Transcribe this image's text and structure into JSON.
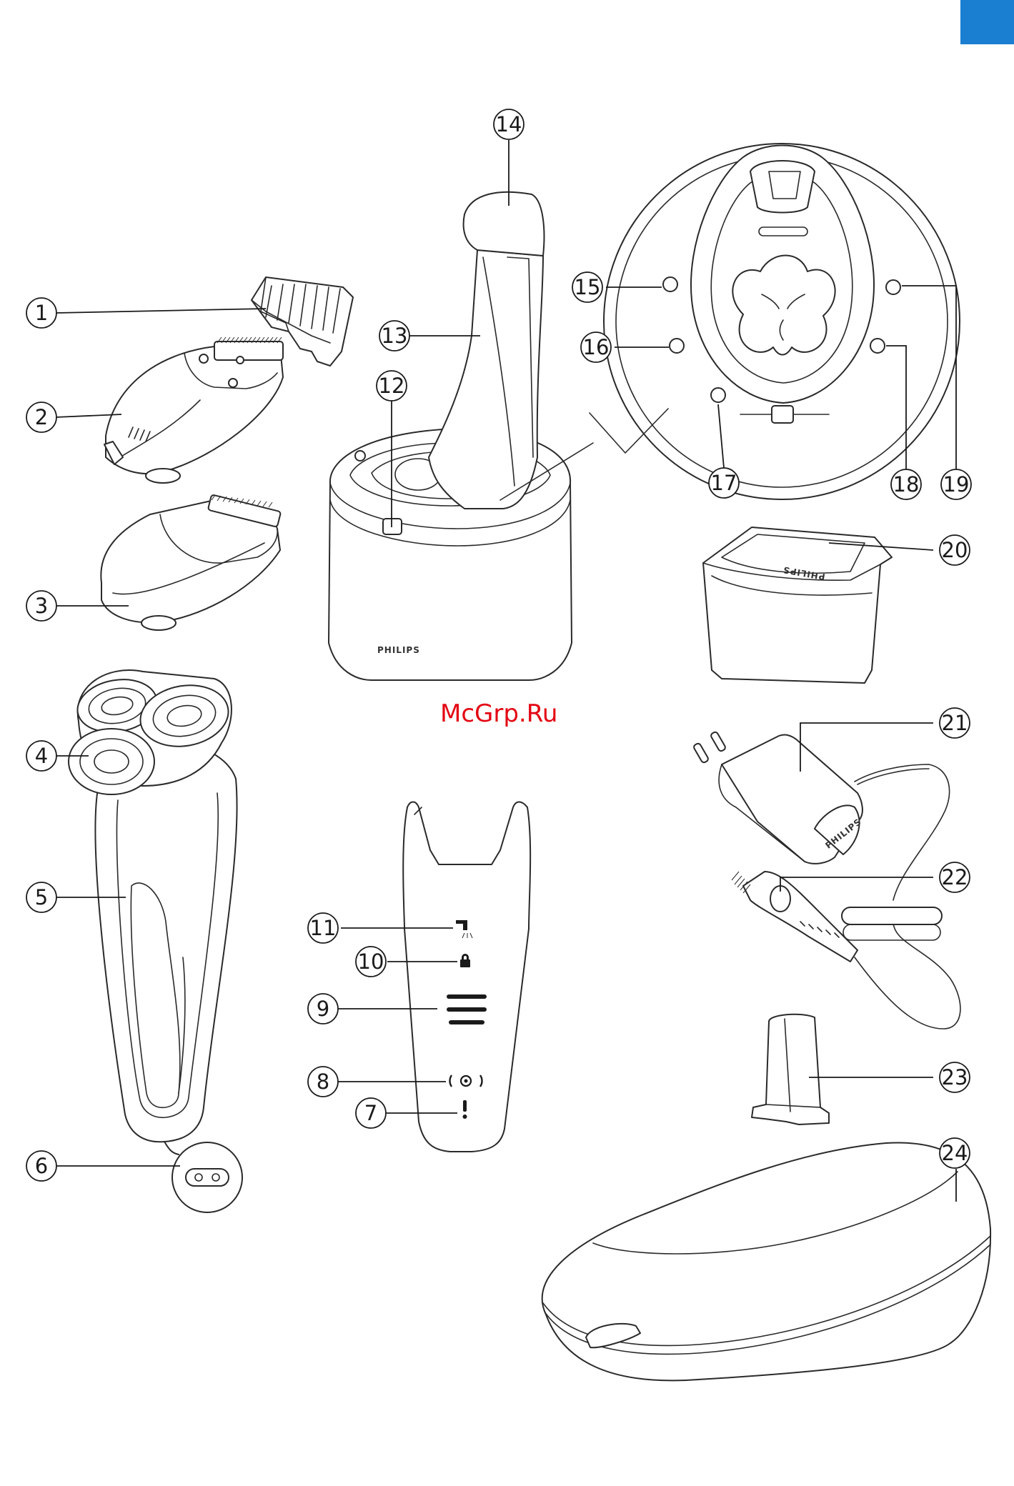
{
  "page": {
    "corner_tab_color": "#1a7fd1",
    "watermark": "McGrp.Ru",
    "watermark_color": "#e30613"
  },
  "brand_labels": {
    "cleaning_unit": "PHILIPS",
    "cartridge": "PHILIPS",
    "adapter": "PHILIPS"
  },
  "callouts": [
    {
      "n": "1"
    },
    {
      "n": "2"
    },
    {
      "n": "3"
    },
    {
      "n": "4"
    },
    {
      "n": "5"
    },
    {
      "n": "6"
    },
    {
      "n": "7"
    },
    {
      "n": "8"
    },
    {
      "n": "9"
    },
    {
      "n": "10"
    },
    {
      "n": "11"
    },
    {
      "n": "12"
    },
    {
      "n": "13"
    },
    {
      "n": "14"
    },
    {
      "n": "15"
    },
    {
      "n": "16"
    },
    {
      "n": "17"
    },
    {
      "n": "18"
    },
    {
      "n": "19"
    },
    {
      "n": "20"
    },
    {
      "n": "21"
    },
    {
      "n": "22"
    },
    {
      "n": "23"
    },
    {
      "n": "24"
    }
  ],
  "icons": {
    "tap": "tap-icon",
    "lock": "lock-icon",
    "battery": "battery-level-icon",
    "replace_heads": "replace-heads-icon",
    "warning": "exclamation-icon",
    "power": "power-icon",
    "cycle": "clean-cycle-icon",
    "drying": "drying-icon",
    "ready": "checkmark-icon",
    "cartridge_empty": "cartridge-icon",
    "clean_button": "clean-button-icon",
    "socket": "socket-icon"
  }
}
